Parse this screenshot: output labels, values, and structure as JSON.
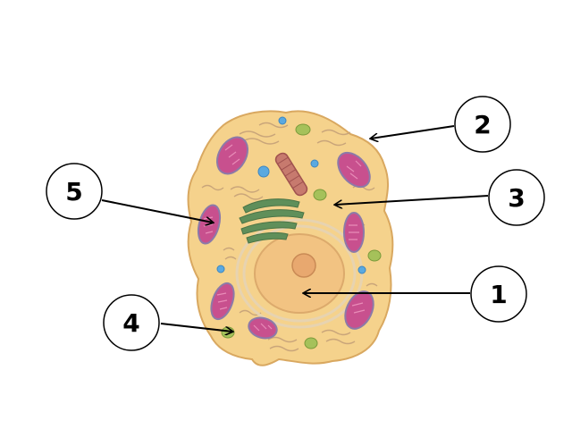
{
  "diagram": {
    "callouts": [
      {
        "id": "1",
        "label": "1"
      },
      {
        "id": "2",
        "label": "2"
      },
      {
        "id": "3",
        "label": "3"
      },
      {
        "id": "4",
        "label": "4"
      },
      {
        "id": "5",
        "label": "5"
      }
    ]
  },
  "colors": {
    "cytoplasm": "#f5d28c",
    "cell_outline": "#d9a860",
    "nucleus": "#f2c382",
    "nucleolus": "#e8a86f",
    "mitochondria": "#c8508e",
    "golgi": "#5f8f5a",
    "vacuole": "#5aa9e0",
    "lysosome": "#a5c15a",
    "centriole": "#a0524f"
  }
}
